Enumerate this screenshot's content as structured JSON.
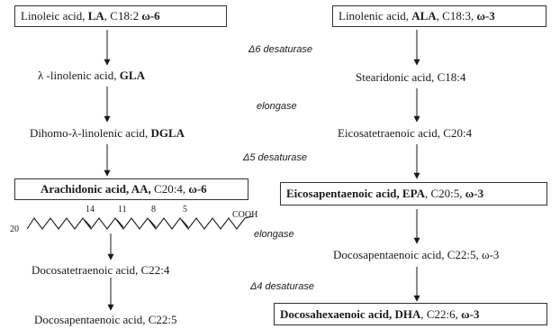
{
  "omega6": {
    "la": {
      "name": "Linoleic acid, ",
      "abbr": "LA",
      "formula": ", C18:2 ",
      "omega": "ω-6"
    },
    "gla": {
      "name": "λ -linolenic acid, ",
      "abbr": "GLA"
    },
    "dgla": {
      "name": "Dihomo-λ-linolenic acid, ",
      "abbr": "DGLA"
    },
    "aa": {
      "name": "Arachidonic acid, AA,",
      "formula": " C20:4, ",
      "omega": "ω-6"
    },
    "dta": {
      "name": "Docosatetraenoic acid, C22:4"
    },
    "dpa": {
      "name": "Docosapentaenoic acid, C22:5"
    }
  },
  "omega3": {
    "ala": {
      "name": "Linolenic acid, ",
      "abbr": "ALA",
      "formula": ", C18:3, ",
      "omega": "ω-3"
    },
    "sda": {
      "name": "Stearidonic acid, C18:4"
    },
    "eta": {
      "name": "Eicosatetraenoic acid, C20:4"
    },
    "epa": {
      "name": "Eicosapentaenoic acid",
      "abbr": ", EPA",
      "formula": ", C20:5, ",
      "omega": "ω-3"
    },
    "dpa": {
      "name": "Docosapentaenoic acid, C22:5, ω-3"
    },
    "dha": {
      "name": "Docosahexaenoic acid, DHA",
      "formula": ", C22:6, ",
      "omega": "ω-3"
    }
  },
  "enzymes": {
    "d6": "Δ6 desaturase",
    "elong1": "elongase",
    "d5": "Δ5 desaturase",
    "elong2": "elongase",
    "d4": "Δ4 desaturase"
  },
  "structure": {
    "n20": "20",
    "n14": "14",
    "n11": "11",
    "n8": "8",
    "n5": "5",
    "cooh": "COOH"
  }
}
